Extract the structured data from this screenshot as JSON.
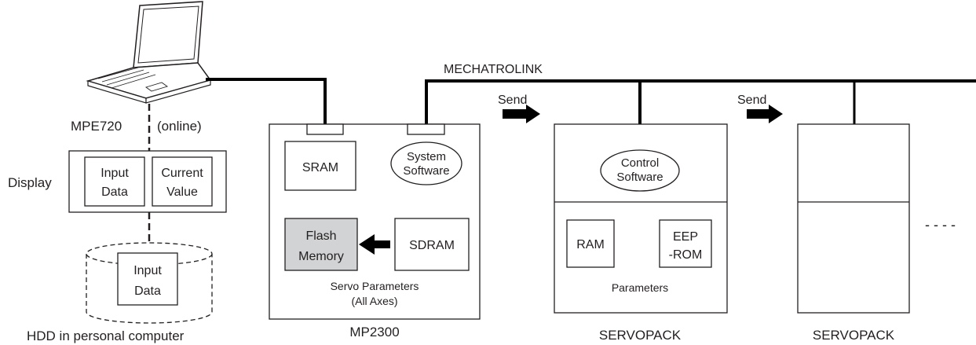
{
  "pc": {
    "software": "MPE720",
    "mode": "(online)",
    "display_label": "Display",
    "input_data_line1": "Input",
    "input_data_line2": "Data",
    "current_value_line1": "Current",
    "current_value_line2": "Value",
    "hdd_input_line1": "Input",
    "hdd_input_line2": "Data",
    "hdd_caption": "HDD in personal computer"
  },
  "network": {
    "name": "MECHATROLINK",
    "send_label_1": "Send",
    "send_label_2": "Send"
  },
  "controller": {
    "name": "MP2300",
    "sram": "SRAM",
    "system_software_line1": "System",
    "system_software_line2": "Software",
    "flash_line1": "Flash",
    "flash_line2": "Memory",
    "sdram": "SDRAM",
    "params_line1": "Servo Parameters",
    "params_line2": "(All Axes)"
  },
  "servopack_1": {
    "name": "SERVOPACK",
    "control_software_line1": "Control",
    "control_software_line2": "Software",
    "ram": "RAM",
    "eeprom_line1": "EEP",
    "eeprom_line2": "-ROM",
    "params": "Parameters"
  },
  "servopack_2": {
    "name": "SERVOPACK"
  },
  "continuation": "- - - -",
  "colors": {
    "line": "#000000",
    "text": "#231f20",
    "flash_fill": "#d1d3d4"
  }
}
